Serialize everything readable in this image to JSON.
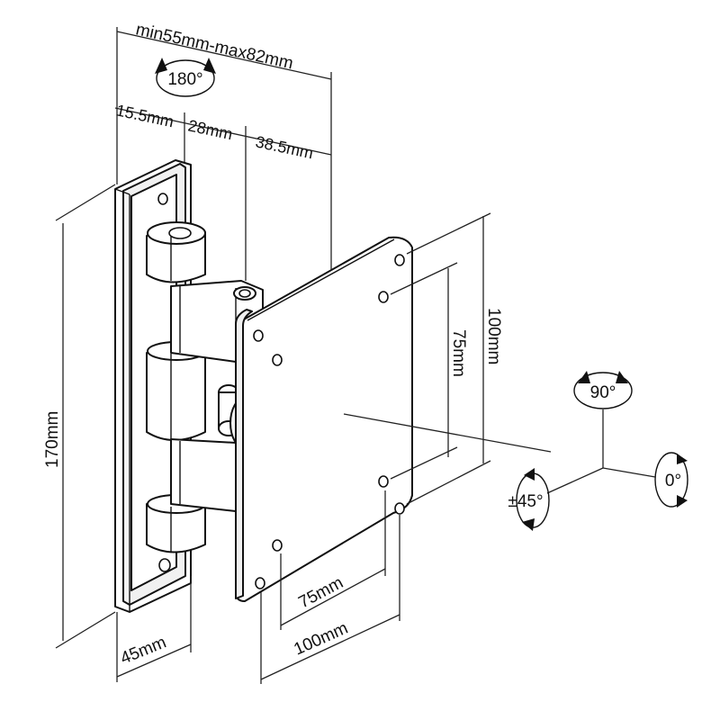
{
  "dimensions": {
    "depth_range": "min55mm-max82mm",
    "seg_1": "15.5mm",
    "seg_2": "28mm",
    "seg_3": "38.5mm",
    "height": "170mm",
    "base_width": "45mm",
    "vesa_v_outer": "100mm",
    "vesa_v_inner": "75mm",
    "vesa_h_inner": "75mm",
    "vesa_h_outer": "100mm"
  },
  "rotations": {
    "swivel": "180°",
    "pan": "90°",
    "tilt": "±45°",
    "rotate": "0°"
  },
  "colors": {
    "line": "#111111",
    "fill": "#ffffff",
    "shade": "#f1f1f1"
  }
}
